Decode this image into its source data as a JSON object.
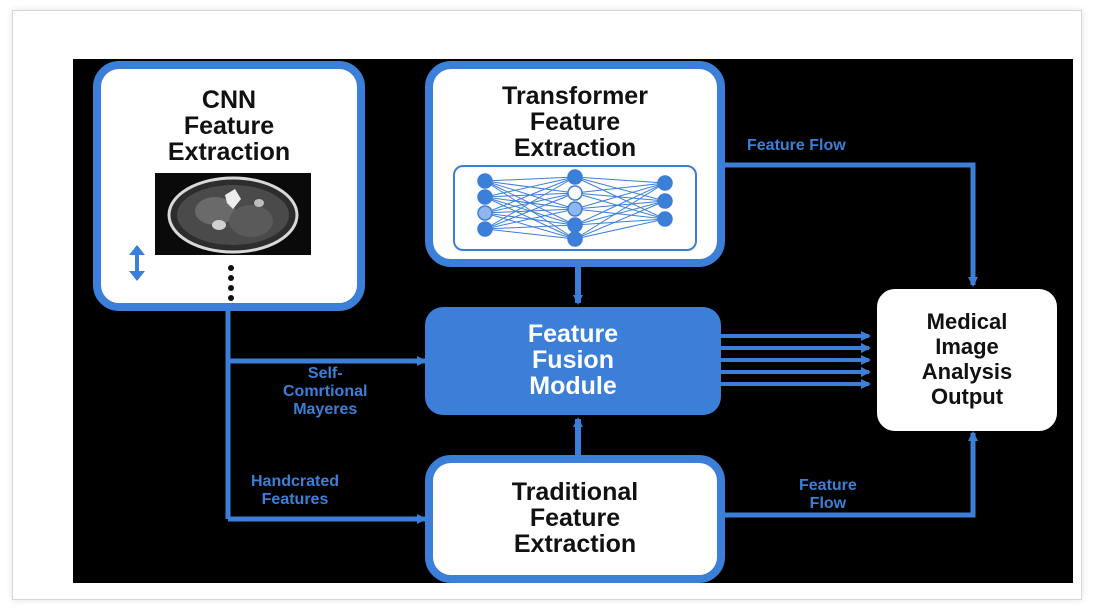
{
  "nodes": {
    "cnn": {
      "title": "CNN\nFeature\nExtraction"
    },
    "transformer": {
      "title": "Transformer\nFeature\nExtraction"
    },
    "fusion": {
      "title": "Feature\nFusion\nModule"
    },
    "traditional": {
      "title": "Traditional\nFeature\nExtraction"
    },
    "output": {
      "title": "Medical\nImage\nAnalysis\nOutput"
    }
  },
  "flow_labels": {
    "feature_flow_top": "Feature Flow",
    "self_conv": "Self-\nComrtional\nMayeres",
    "handcrafted": "Handcrated\nFeatures",
    "feature_flow_bottom": "Feature\nFlow"
  },
  "colors": {
    "accent": "#3b7fd8",
    "background": "#000000",
    "node_fill": "#ffffff"
  },
  "icons": {
    "mri": "mri-scan-image",
    "updown": "up-down-arrow-icon",
    "dots": "vertical-ellipsis-icon",
    "network": "neural-network-icon"
  }
}
